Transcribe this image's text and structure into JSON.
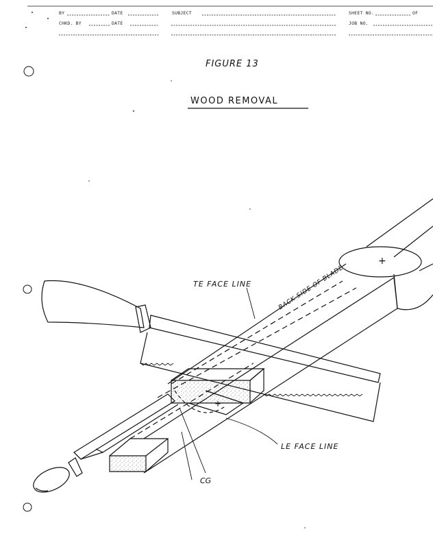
{
  "header": {
    "by_label": "BY",
    "date_label": "DATE",
    "subject_label": "SUBJECT",
    "sheet_no_label": "SHEET NO.",
    "of_label": "OF",
    "chkd_by_label": "CHKD. BY",
    "date2_label": "DATE",
    "job_no_label": "JOB NO."
  },
  "figure": {
    "number": "FIGURE 13",
    "title": "WOOD REMOVAL"
  },
  "labels": {
    "te_face_line": "TE FACE LINE",
    "back_side_of_blade": "BACK SIDE OF BLADE",
    "le_face_line": "LE FACE LINE",
    "cg": "CG",
    "center_mark": "+",
    "cg_mark": "+"
  }
}
